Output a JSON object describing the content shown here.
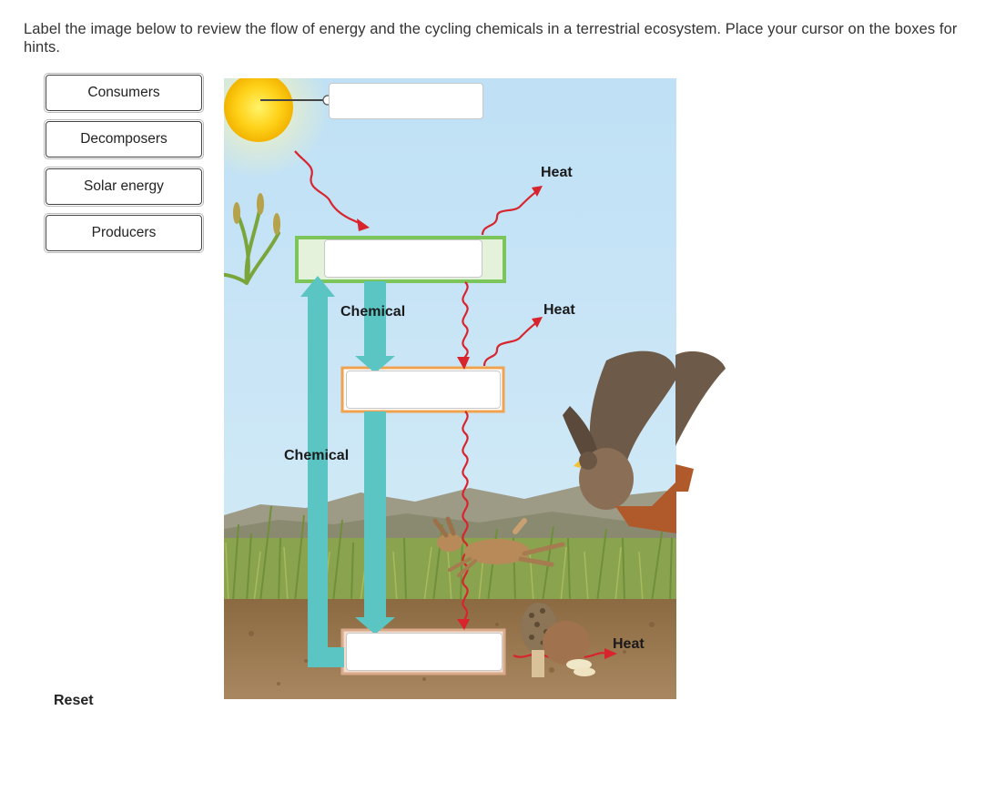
{
  "instructions": "Label the image below to review the flow of energy and the cycling chemicals in a terrestrial ecosystem. Place your cursor on the boxes for hints.",
  "label_bank": [
    {
      "label": "Consumers"
    },
    {
      "label": "Decomposers"
    },
    {
      "label": "Solar energy"
    },
    {
      "label": "Producers"
    }
  ],
  "reset_label": "Reset",
  "diagram": {
    "heat_labels": [
      "Heat",
      "Heat",
      "Heat"
    ],
    "chemical_labels": [
      "Chemical",
      "Chemical"
    ],
    "drop_zones": [
      {
        "name": "sun",
        "value": ""
      },
      {
        "name": "producers",
        "value": ""
      },
      {
        "name": "consumers",
        "value": ""
      },
      {
        "name": "decomposers",
        "value": ""
      }
    ]
  },
  "colors": {
    "sky": "#c7e3f5",
    "chemical_arrow": "#5bc5c4",
    "energy_arrow": "#d8242d",
    "producer_box": "#7cc55a",
    "consumer_box": "#f0a24f",
    "decomposer_box": "#d9a98b",
    "soil": "#8a6a45"
  }
}
